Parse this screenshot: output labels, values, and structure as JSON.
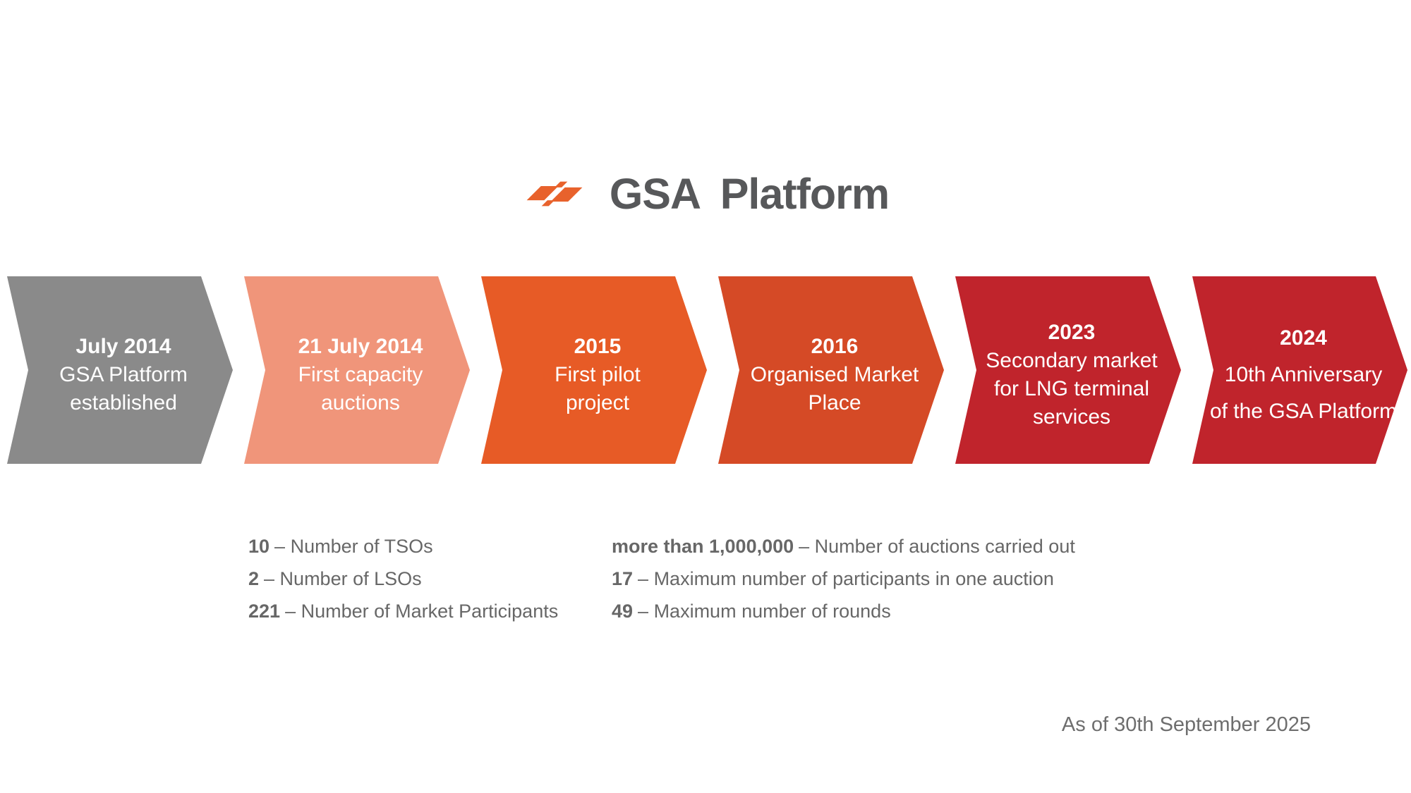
{
  "header": {
    "title": "GSA Platform",
    "logo_color": "#E8622C",
    "title_color": "#57585A"
  },
  "chevrons": [
    {
      "year": "July 2014",
      "lines": [
        "GSA Platform",
        "established"
      ],
      "color": "#8A8A8A"
    },
    {
      "year": "21 July 2014",
      "lines": [
        "First capacity",
        "auctions"
      ],
      "color": "#F0957A"
    },
    {
      "year": "2015",
      "lines": [
        "First pilot",
        "project"
      ],
      "color": "#E75B26"
    },
    {
      "year": "2016",
      "lines": [
        "Organised Market",
        "Place"
      ],
      "color": "#D54A26"
    },
    {
      "year": "2023",
      "lines": [
        "Secondary market",
        "for LNG terminal",
        "services"
      ],
      "color": "#C0242C"
    },
    {
      "year": "2024",
      "lines": [
        "10th Anniversary",
        "of the GSA Platform"
      ],
      "color": "#C0242C"
    }
  ],
  "stats": {
    "left": [
      {
        "value": "10",
        "label": "– Number of TSOs"
      },
      {
        "value": "2",
        "label": "– Number of LSOs"
      },
      {
        "value": "221",
        "label": "– Number of Market Participants"
      }
    ],
    "right": [
      {
        "value": "more than 1,000,000",
        "label": "– Number of auctions carried out"
      },
      {
        "value": "17",
        "label": "– Maximum number of participants in one auction"
      },
      {
        "value": "49",
        "label": "– Maximum number of rounds"
      }
    ]
  },
  "footer": {
    "note": "As of 30th September 2025"
  }
}
